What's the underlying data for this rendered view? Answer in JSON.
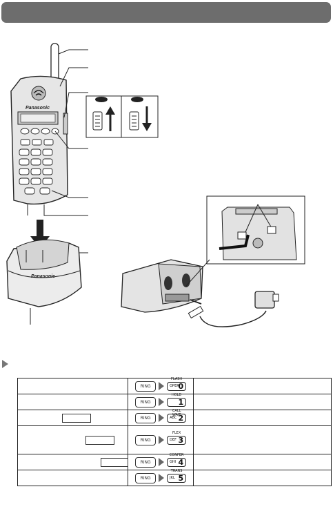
{
  "brand": "Panasonic",
  "keys": {
    "ring_label": "RING",
    "table": [
      {
        "digit": "0",
        "key_label": "OPER",
        "key_top": "FLASH"
      },
      {
        "digit": "1",
        "key_label": "",
        "key_top": "HOLD"
      },
      {
        "digit": "2",
        "key_label": "ABC",
        "key_top": "CALL WAIT"
      },
      {
        "digit": "3",
        "key_label": "DEF",
        "key_top": "FLEX"
      },
      {
        "digit": "4",
        "key_label": "GHI",
        "key_top": "CONFER"
      },
      {
        "digit": "5",
        "key_label": "JKL",
        "key_top": "TRANS"
      }
    ]
  }
}
